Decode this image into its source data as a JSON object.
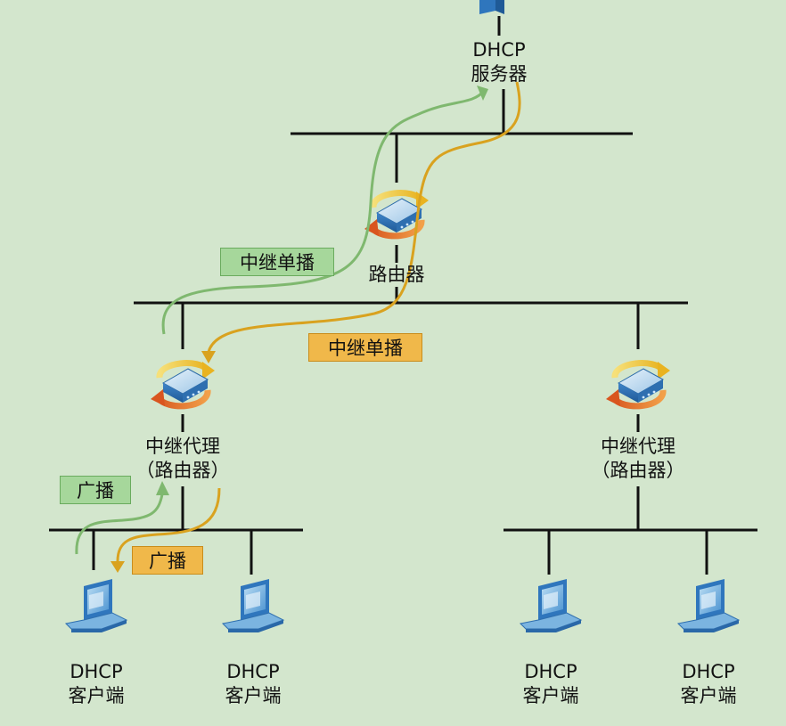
{
  "server": {
    "line1": "DHCP",
    "line2": "服务器"
  },
  "router": {
    "label": "路由器"
  },
  "relay_left": {
    "line1": "中继代理",
    "line2": "（路由器）"
  },
  "relay_right": {
    "line1": "中继代理",
    "line2": "（路由器）"
  },
  "clients": [
    {
      "line1": "DHCP",
      "line2": "客户端"
    },
    {
      "line1": "DHCP",
      "line2": "客户端"
    },
    {
      "line1": "DHCP",
      "line2": "客户端"
    },
    {
      "line1": "DHCP",
      "line2": "客户端"
    }
  ],
  "tags": {
    "green_unicast": "中继单播",
    "yellow_unicast": "中继单播",
    "green_broadcast": "广播",
    "yellow_broadcast": "广播"
  },
  "colors": {
    "background": "#d3e6cd",
    "request_path": "#7fb86f",
    "reply_path": "#d9a21f",
    "device_blue": "#3f84c9",
    "arrow_orange": "#e0782d"
  }
}
